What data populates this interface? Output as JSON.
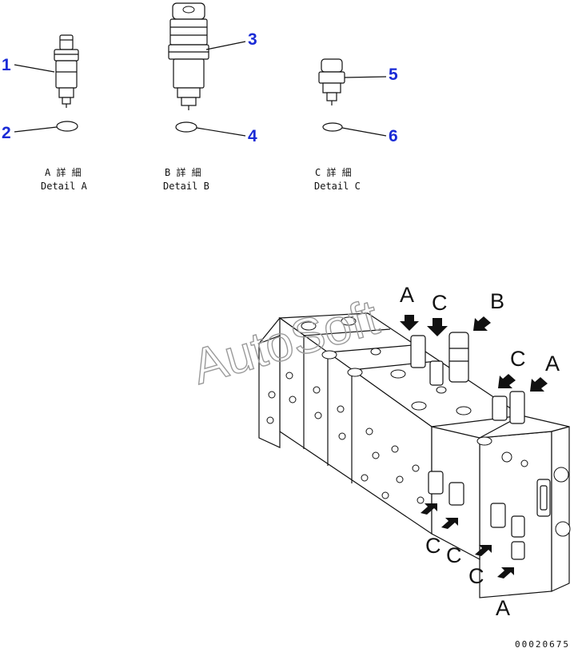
{
  "callouts": [
    "1",
    "2",
    "3",
    "4",
    "5",
    "6"
  ],
  "details": {
    "a": {
      "jp": "A 詳 細",
      "en": "Detail A"
    },
    "b": {
      "jp": "B 詳 細",
      "en": "Detail B"
    },
    "c": {
      "jp": "C 詳 細",
      "en": "Detail C"
    }
  },
  "arrow_letters": {
    "top_a": "A",
    "top_c1": "C",
    "top_b": "B",
    "top_c2": "C",
    "top_a2": "A",
    "bot_c1": "C",
    "bot_c2": "C",
    "bot_c3": "C",
    "bot_a": "A"
  },
  "watermark": "AutoSoft",
  "drawing_code": "00020675",
  "colors": {
    "callout": "#1a2bd6",
    "line": "#111111",
    "watermark": "#9a9a9a"
  }
}
